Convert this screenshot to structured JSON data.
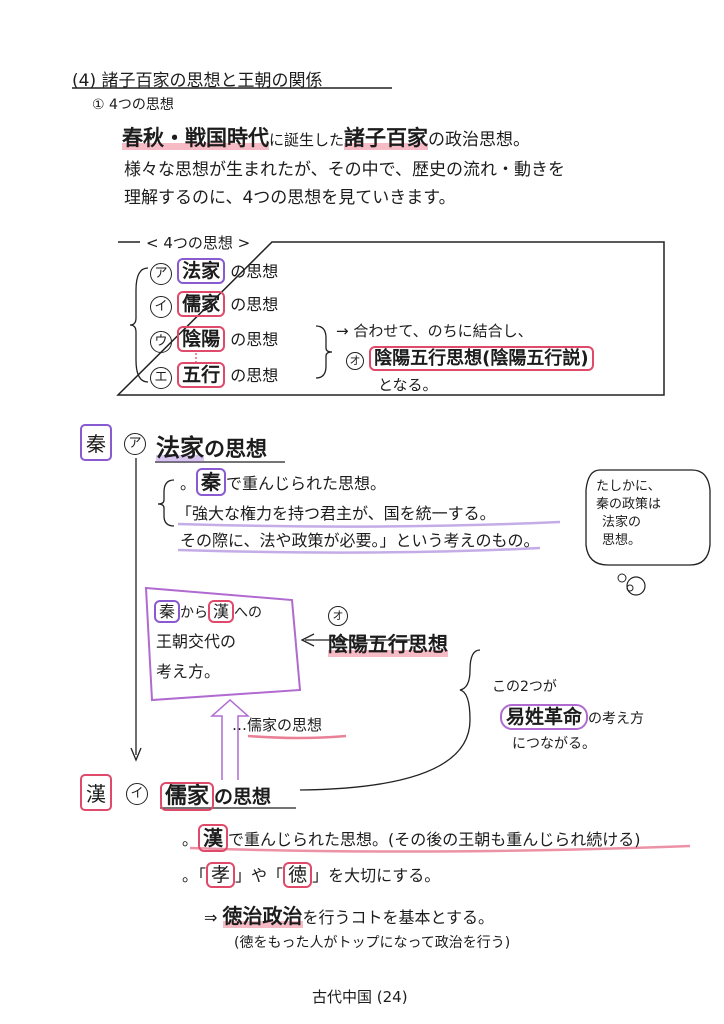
{
  "section_title": "(4) 諸子百家の思想と王朝の関係",
  "sub1": {
    "num": "①",
    "label": "4つの思想"
  },
  "intro": {
    "line1_a": "春秋・戦国時代",
    "line1_b": "に誕生した",
    "line1_c": "諸子百家",
    "line1_d": "の政治思想。",
    "line2": "様々な思想が生まれたが、その中で、歴史の流れ・動きを",
    "line3": "理解するのに、4つの思想を見ていきます。"
  },
  "box": {
    "title": "< 4つの思想 >",
    "items": [
      {
        "mark": "ア",
        "term": "法家",
        "suffix": "の思想"
      },
      {
        "mark": "イ",
        "term": "儒家",
        "suffix": "の思想"
      },
      {
        "mark": "ウ",
        "term": "陰陽",
        "suffix": "の思想"
      },
      {
        "mark": "エ",
        "term": "五行",
        "suffix": "の思想"
      }
    ],
    "arrow_note": "→ 合わせて、のちに結合し、",
    "result_mark": "オ",
    "result_term": "陰陽五行思想(陰陽五行説)",
    "result_suffix": "となる。"
  },
  "qin": {
    "dynasty": "秦",
    "mark": "ア",
    "title_term": "法家",
    "title_suffix": "の思想",
    "line1_a": "秦",
    "line1_b": "で重んじられた思想。",
    "line2": "「強大な権力を持つ君主が、国を統一する。",
    "line3": "その際に、法や政策が必要。」という考えのもの。"
  },
  "bubble": {
    "l1": "たしかに、",
    "l2": "秦の政策は",
    "l3": "法家の",
    "l4": "思想。"
  },
  "change_box": {
    "a": "秦",
    "b": "から",
    "c": "漢",
    "d": "への",
    "l2": "王朝交代の",
    "l3": "考え方。"
  },
  "o_item": {
    "mark": "オ",
    "term": "陰陽五行思想"
  },
  "ru_label": "…儒家の思想",
  "pair_note": {
    "l1": "この2つが",
    "term": "易姓革命",
    "suffix": "の考え方",
    "l3": "につながる。"
  },
  "han": {
    "dynasty": "漢",
    "mark": "イ",
    "title_term": "儒家",
    "title_suffix": "の思想",
    "b1_a": "漢",
    "b1_b": "で重んじられた思想。(その後の王朝も重んじられ続ける)",
    "b2_a": "「",
    "b2_b": "孝",
    "b2_c": "」や「",
    "b2_d": "徳",
    "b2_e": "」を大切にする。",
    "b3_arrow": "⇒",
    "b3_term": "徳治政治",
    "b3_suffix": "を行うコトを基本とする。",
    "b4": "(徳をもった人がトップになって政治を行う)"
  },
  "footer": "古代中国 (24)"
}
